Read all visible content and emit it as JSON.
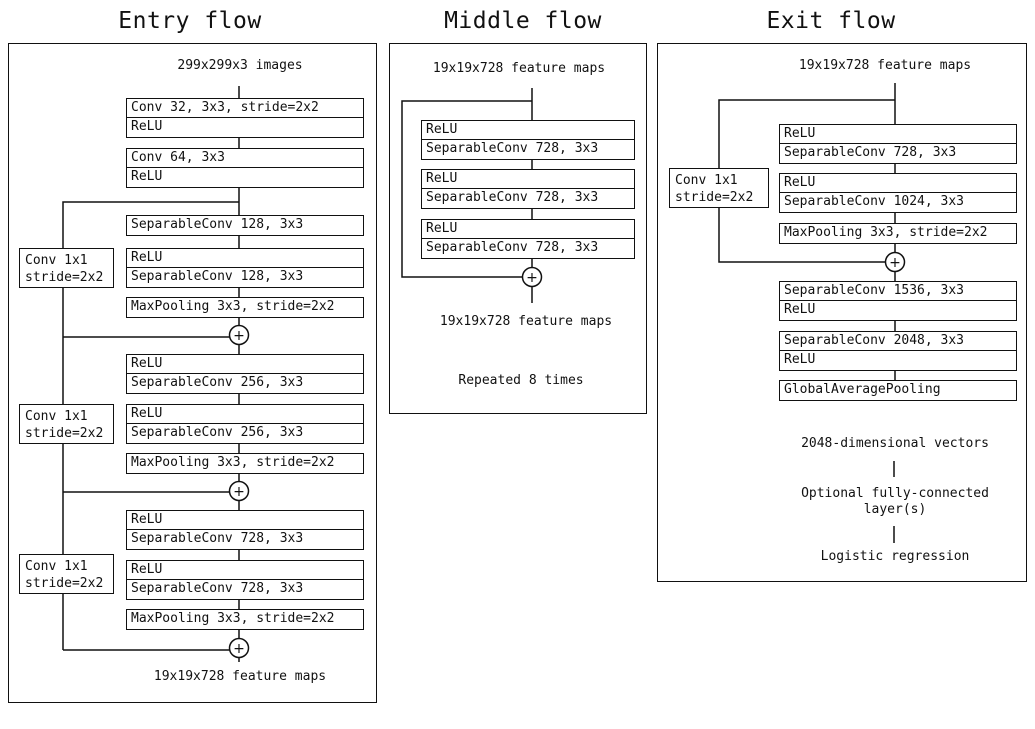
{
  "titles": {
    "entry": "Entry flow",
    "middle": "Middle flow",
    "exit": "Exit flow"
  },
  "entry": {
    "input": "299x299x3 images",
    "blocks": [
      [
        "Conv 32, 3x3, stride=2x2",
        "ReLU"
      ],
      [
        "Conv 64, 3x3",
        "ReLU"
      ],
      [
        "SeparableConv 128, 3x3"
      ],
      [
        "ReLU",
        "SeparableConv 128, 3x3"
      ],
      [
        "MaxPooling 3x3, stride=2x2"
      ],
      [
        "ReLU",
        "SeparableConv 256, 3x3"
      ],
      [
        "ReLU",
        "SeparableConv 256, 3x3"
      ],
      [
        "MaxPooling 3x3, stride=2x2"
      ],
      [
        "ReLU",
        "SeparableConv 728, 3x3"
      ],
      [
        "ReLU",
        "SeparableConv 728, 3x3"
      ],
      [
        "MaxPooling 3x3, stride=2x2"
      ]
    ],
    "skip_boxes": [
      [
        "Conv 1x1",
        "stride=2x2"
      ],
      [
        "Conv 1x1",
        "stride=2x2"
      ],
      [
        "Conv 1x1",
        "stride=2x2"
      ]
    ],
    "output": "19x19x728 feature maps",
    "plus_symbol": "+"
  },
  "middle": {
    "input": "19x19x728 feature maps",
    "blocks": [
      [
        "ReLU",
        "SeparableConv 728, 3x3"
      ],
      [
        "ReLU",
        "SeparableConv 728, 3x3"
      ],
      [
        "ReLU",
        "SeparableConv 728, 3x3"
      ]
    ],
    "output": "19x19x728 feature maps",
    "note": "Repeated 8 times",
    "plus_symbol": "+"
  },
  "exit": {
    "input": "19x19x728 feature maps",
    "blocks": [
      [
        "ReLU",
        "SeparableConv 728, 3x3"
      ],
      [
        "ReLU",
        "SeparableConv 1024, 3x3"
      ],
      [
        "MaxPooling 3x3, stride=2x2"
      ],
      [
        "SeparableConv 1536, 3x3",
        "ReLU"
      ],
      [
        "SeparableConv 2048, 3x3",
        "ReLU"
      ],
      [
        "GlobalAveragePooling"
      ]
    ],
    "skip_box": [
      "Conv 1x1",
      "stride=2x2"
    ],
    "vectors": "2048-dimensional vectors",
    "optional": "Optional fully-connected layer(s)",
    "final": "Logistic regression",
    "plus_symbol": "+"
  }
}
